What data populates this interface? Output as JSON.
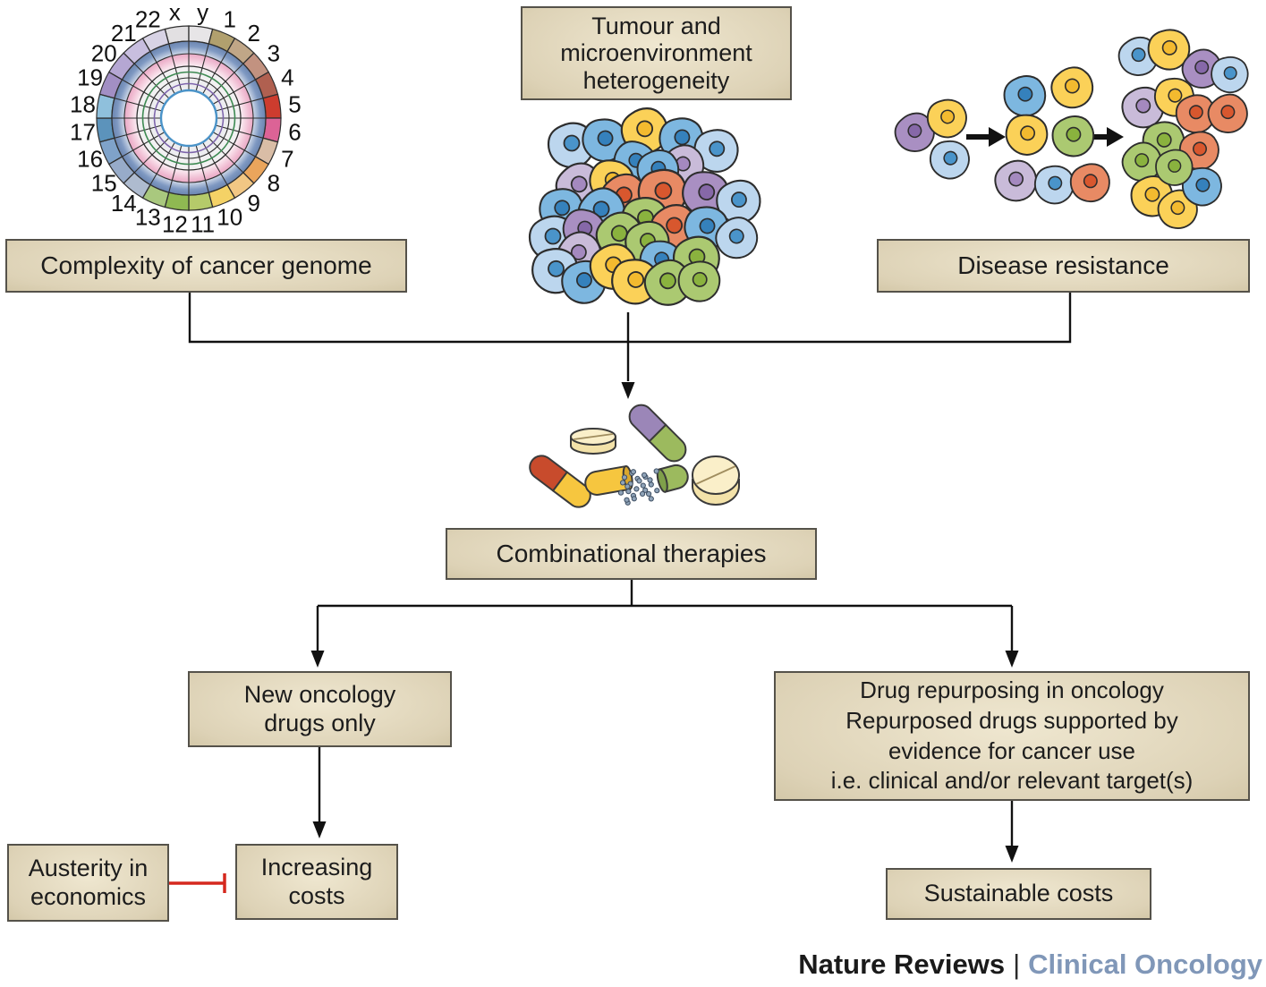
{
  "palette": {
    "box_fill": "#ddd2b6",
    "box_fill_center": "#efe7d0",
    "box_edge": "#cfc3a2",
    "box_border": "#55524a",
    "text_color": "#1c1c1c",
    "arrow_color": "#111111",
    "inhibition_red": "#d5281e",
    "journal_name_color": "#1a1a1a",
    "journal_title_color": "#8097b8",
    "cell_outline": "#2d2d2d",
    "cells": {
      "blue": {
        "body": "#7db7e0",
        "nucleus": "#3581bc"
      },
      "blue_light": {
        "body": "#bcd6ee",
        "nucleus": "#4a94ca"
      },
      "yellow": {
        "body": "#fbd158",
        "nucleus": "#f3ba2f"
      },
      "purple": {
        "body": "#a98fc2",
        "nucleus": "#8668a8"
      },
      "purple_light": {
        "body": "#c9bbd9",
        "nucleus": "#a489bf"
      },
      "red": {
        "body": "#e88a64",
        "nucleus": "#d8572e"
      },
      "green": {
        "body": "#abc971",
        "nucleus": "#8ab23e"
      }
    },
    "pills": {
      "tablet": "#faefc9",
      "tablet_edge": "#f3e2a9",
      "capsule_red": "#c84b2c",
      "capsule_yellow": "#f6c63f",
      "capsule_purple": "#9b86b8",
      "capsule_green": "#9cba5e",
      "capsule_yellow_open": "#d9a72e",
      "capsule_green_open": "#7fa04a",
      "granule": "#8fa3b8"
    },
    "genome_rings": {
      "band_blue": "#7f99c2",
      "band_pink": "#f0bcd2",
      "green_line": "#3d8a52",
      "purple_line": "#7c63ab",
      "blue_line": "#4a93c8"
    }
  },
  "nodes": {
    "complexity": "Complexity of cancer genome",
    "tumour_heterogeneity": "Tumour and\nmicroenvironment\nheterogeneity",
    "disease_resistance": "Disease resistance",
    "combinational_therapies": "Combinational therapies",
    "new_oncology_drugs": "New oncology\ndrugs only",
    "drug_repurposing": "Drug repurposing in oncology\nRepurposed drugs supported by\nevidence for cancer use\ni.e. clinical and/or relevant target(s)",
    "austerity": "Austerity in\neconomics",
    "increasing_costs": "Increasing\ncosts",
    "sustainable_costs": "Sustainable costs"
  },
  "genome_plot": {
    "labels": [
      "x",
      "y",
      "1",
      "2",
      "3",
      "4",
      "5",
      "6",
      "7",
      "8",
      "9",
      "10",
      "11",
      "12",
      "13",
      "14",
      "15",
      "16",
      "17",
      "18",
      "19",
      "20",
      "21",
      "22"
    ],
    "segment_colors": [
      "#e2e0e2",
      "#e7e5e7",
      "#b1a06e",
      "#c0a687",
      "#c29280",
      "#b06050",
      "#cd3c2e",
      "#dc6396",
      "#d9bda6",
      "#eaa55c",
      "#f2c784",
      "#f4d266",
      "#b5ca6a",
      "#8fb952",
      "#a9c87e",
      "#aebbcf",
      "#97abc9",
      "#7fa2c9",
      "#5c93bb",
      "#8fc0dc",
      "#a28fc4",
      "#b5a7d3",
      "#c8bedf",
      "#d8d3e5"
    ]
  },
  "illustrations": {
    "tumour_cells": [
      [
        43,
        34,
        1,
        0,
        "blue_light"
      ],
      [
        80,
        28,
        0.95,
        20,
        "blue"
      ],
      [
        125,
        18,
        1,
        -10,
        "yellow"
      ],
      [
        166,
        27,
        0.95,
        15,
        "blue"
      ],
      [
        205,
        40,
        0.95,
        10,
        "blue_light"
      ],
      [
        114,
        52,
        0.9,
        40,
        "blue"
      ],
      [
        168,
        57,
        0.9,
        -15,
        "purple_light"
      ],
      [
        52,
        80,
        1,
        -20,
        "purple_light"
      ],
      [
        88,
        74,
        0.95,
        30,
        "yellow"
      ],
      [
        140,
        62,
        0.9,
        0,
        "blue"
      ],
      [
        102,
        92,
        1,
        -15,
        "red"
      ],
      [
        145,
        87,
        1.05,
        10,
        "red"
      ],
      [
        193,
        88,
        1,
        25,
        "purple"
      ],
      [
        230,
        97,
        0.95,
        0,
        "blue_light"
      ],
      [
        32,
        106,
        0.95,
        10,
        "blue"
      ],
      [
        77,
        108,
        1,
        -25,
        "blue"
      ],
      [
        125,
        117,
        1,
        15,
        "green"
      ],
      [
        158,
        126,
        1,
        -10,
        "red"
      ],
      [
        194,
        126,
        0.95,
        20,
        "blue"
      ],
      [
        228,
        138,
        0.9,
        -20,
        "blue_light"
      ],
      [
        22,
        138,
        1,
        0,
        "blue_light"
      ],
      [
        57,
        128,
        0.9,
        35,
        "purple"
      ],
      [
        97,
        135,
        1,
        -20,
        "green"
      ],
      [
        128,
        143,
        0.95,
        0,
        "green"
      ],
      [
        52,
        156,
        0.95,
        -30,
        "purple_light"
      ],
      [
        143,
        163,
        0.9,
        25,
        "blue"
      ],
      [
        183,
        161,
        1,
        0,
        "green"
      ],
      [
        25,
        174,
        1,
        15,
        "blue_light"
      ],
      [
        57,
        187,
        0.95,
        0,
        "blue"
      ],
      [
        90,
        170,
        1,
        -10,
        "yellow"
      ],
      [
        114,
        186,
        1,
        20,
        "yellow"
      ],
      [
        151,
        188,
        1,
        -15,
        "green"
      ],
      [
        186,
        186,
        0.9,
        10,
        "green"
      ]
    ],
    "resistance_cells": [
      [
        27,
        133,
        0.85,
        -15,
        "purple"
      ],
      [
        63,
        117,
        0.85,
        10,
        "yellow"
      ],
      [
        66,
        163,
        0.85,
        20,
        "blue_light"
      ],
      [
        150,
        92,
        0.9,
        0,
        "blue"
      ],
      [
        203,
        83,
        0.9,
        -15,
        "yellow"
      ],
      [
        152,
        135,
        0.9,
        25,
        "yellow"
      ],
      [
        204,
        137,
        0.9,
        0,
        "green"
      ],
      [
        140,
        187,
        0.9,
        -10,
        "purple_light"
      ],
      [
        183,
        191,
        0.85,
        15,
        "blue_light"
      ],
      [
        223,
        189,
        0.85,
        0,
        "red"
      ],
      [
        277,
        48,
        0.85,
        -10,
        "blue_light"
      ],
      [
        311,
        40,
        0.9,
        10,
        "yellow"
      ],
      [
        348,
        62,
        0.85,
        -20,
        "purple"
      ],
      [
        379,
        68,
        0.8,
        15,
        "blue_light"
      ],
      [
        282,
        105,
        0.9,
        -5,
        "purple_light"
      ],
      [
        317,
        93,
        0.85,
        20,
        "yellow"
      ],
      [
        341,
        112,
        0.85,
        0,
        "red"
      ],
      [
        377,
        112,
        0.85,
        -15,
        "red"
      ],
      [
        305,
        143,
        0.9,
        10,
        "green"
      ],
      [
        281,
        166,
        0.85,
        -20,
        "green"
      ],
      [
        345,
        153,
        0.85,
        5,
        "red"
      ],
      [
        292,
        204,
        0.9,
        0,
        "yellow"
      ],
      [
        321,
        219,
        0.85,
        -15,
        "yellow"
      ],
      [
        348,
        193,
        0.85,
        20,
        "blue"
      ],
      [
        317,
        172,
        0.8,
        0,
        "green"
      ]
    ]
  },
  "footer": {
    "journal": "Nature Reviews",
    "separator": "|",
    "publication": "Clinical Oncology"
  }
}
